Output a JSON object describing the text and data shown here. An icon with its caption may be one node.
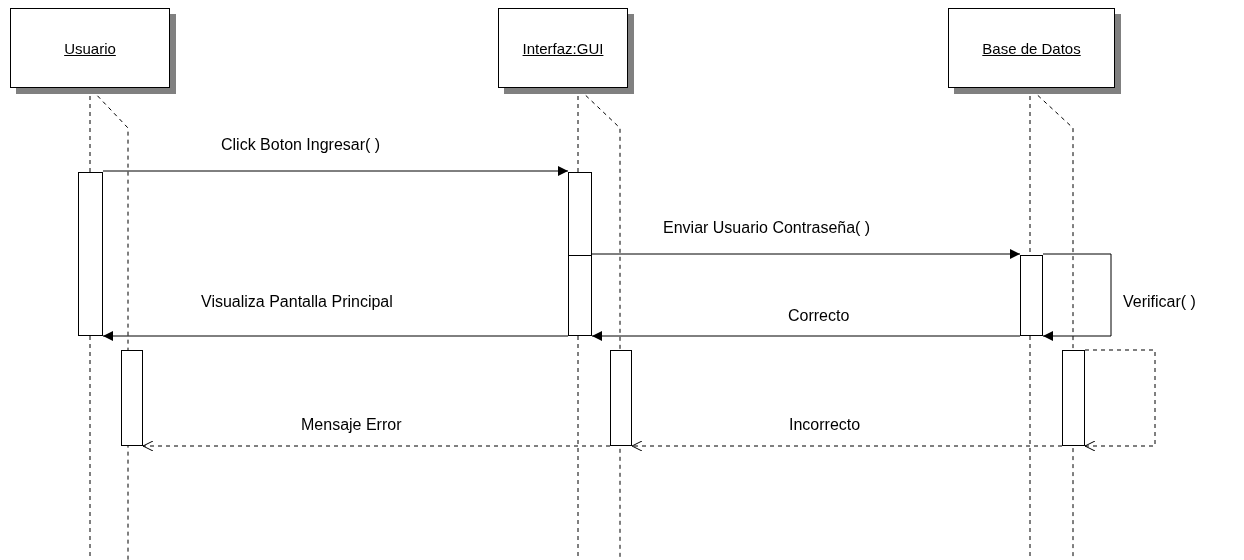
{
  "diagram": {
    "nodes": [
      {
        "text": [
          "Usuario"
        ]
      },
      {
        "text": [
          "Interfaz:GUI"
        ]
      },
      {
        "text": [
          "Base de Datos"
        ]
      },
      {
        "text": [],
        "shape": "bar"
      },
      {
        "text": [],
        "shape": "bar"
      },
      {
        "text": [],
        "shape": "bar"
      },
      {
        "text": [],
        "shape": "bar"
      },
      {
        "text": [],
        "shape": "bar"
      },
      {
        "text": [],
        "shape": "bar"
      }
    ],
    "edges": [
      {
        "from": 3,
        "to": 4,
        "arrow": "to",
        "label": "Click Boton Ingresar( )"
      },
      {
        "from": 4,
        "to": 5,
        "arrow": "to",
        "label": "Enviar Usuario Contraseña( )"
      },
      {
        "from": 5,
        "to": 5,
        "arrow": "to",
        "label": "Verificar( )"
      },
      {
        "from": 5,
        "to": 4,
        "arrow": "to",
        "label": "Correcto"
      },
      {
        "from": 4,
        "to": 3,
        "arrow": "to",
        "label": "Visualiza Pantalla Principal"
      },
      {
        "from": 8,
        "to": 8,
        "arrow": "to",
        "style": "dashed"
      },
      {
        "from": 8,
        "to": 7,
        "arrow": "to",
        "style": "dashed",
        "label": "Incorrecto"
      },
      {
        "from": 7,
        "to": 6,
        "arrow": "to",
        "style": "dashed",
        "label": "Mensaje Error"
      }
    ]
  }
}
